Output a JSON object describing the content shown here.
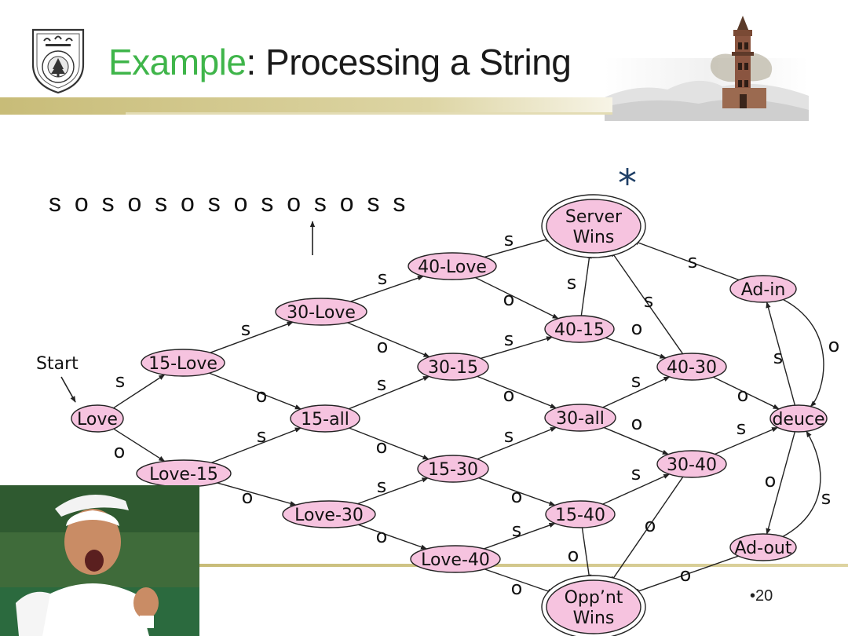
{
  "title": {
    "accent": "Example",
    "rest": ": Processing a String"
  },
  "input_string": "s o s o s o s o s o s o s s",
  "star": "*",
  "start_label": "Start",
  "page_number": "•20",
  "colors": {
    "title_accent": "#3fb54a",
    "node_fill": "#f6c3df",
    "node_stroke": "#222222",
    "rule_gold": "#c8bc78",
    "star": "#1f3f66"
  },
  "states": [
    {
      "id": "love",
      "label": "Love"
    },
    {
      "id": "15-love",
      "label": "15-Love"
    },
    {
      "id": "love-15",
      "label": "Love-15"
    },
    {
      "id": "30-love",
      "label": "30-Love"
    },
    {
      "id": "15-all",
      "label": "15-all"
    },
    {
      "id": "love-30",
      "label": "Love-30"
    },
    {
      "id": "40-love",
      "label": "40-Love"
    },
    {
      "id": "30-15",
      "label": "30-15"
    },
    {
      "id": "15-30",
      "label": "15-30"
    },
    {
      "id": "love-40",
      "label": "Love-40"
    },
    {
      "id": "40-15",
      "label": "40-15"
    },
    {
      "id": "30-all",
      "label": "30-all"
    },
    {
      "id": "15-40",
      "label": "15-40"
    },
    {
      "id": "40-30",
      "label": "40-30"
    },
    {
      "id": "30-40",
      "label": "30-40"
    },
    {
      "id": "deuce",
      "label": "deuce"
    },
    {
      "id": "ad-in",
      "label": "Ad-in"
    },
    {
      "id": "ad-out",
      "label": "Ad-out"
    },
    {
      "id": "server-wins",
      "label": "Server Wins",
      "accepting": true
    },
    {
      "id": "oppnt-wins",
      "label": "Opp’nt Wins",
      "accepting": true
    }
  ],
  "transitions": [
    {
      "from": "love",
      "to": "15-love",
      "symbol": "s"
    },
    {
      "from": "love",
      "to": "love-15",
      "symbol": "o"
    },
    {
      "from": "15-love",
      "to": "30-love",
      "symbol": "s"
    },
    {
      "from": "15-love",
      "to": "15-all",
      "symbol": "o"
    },
    {
      "from": "love-15",
      "to": "15-all",
      "symbol": "s"
    },
    {
      "from": "love-15",
      "to": "love-30",
      "symbol": "o"
    },
    {
      "from": "30-love",
      "to": "40-love",
      "symbol": "s"
    },
    {
      "from": "30-love",
      "to": "30-15",
      "symbol": "o"
    },
    {
      "from": "15-all",
      "to": "30-15",
      "symbol": "s"
    },
    {
      "from": "15-all",
      "to": "15-30",
      "symbol": "o"
    },
    {
      "from": "love-30",
      "to": "15-30",
      "symbol": "s"
    },
    {
      "from": "love-30",
      "to": "love-40",
      "symbol": "o"
    },
    {
      "from": "40-love",
      "to": "server-wins",
      "symbol": "s"
    },
    {
      "from": "40-love",
      "to": "40-15",
      "symbol": "o"
    },
    {
      "from": "30-15",
      "to": "40-15",
      "symbol": "s"
    },
    {
      "from": "30-15",
      "to": "30-all",
      "symbol": "o"
    },
    {
      "from": "15-30",
      "to": "30-all",
      "symbol": "s"
    },
    {
      "from": "15-30",
      "to": "15-40",
      "symbol": "o"
    },
    {
      "from": "love-40",
      "to": "15-40",
      "symbol": "s"
    },
    {
      "from": "love-40",
      "to": "oppnt-wins",
      "symbol": "o"
    },
    {
      "from": "40-15",
      "to": "server-wins",
      "symbol": "s"
    },
    {
      "from": "40-15",
      "to": "40-30",
      "symbol": "o"
    },
    {
      "from": "30-all",
      "to": "40-30",
      "symbol": "s"
    },
    {
      "from": "30-all",
      "to": "30-40",
      "symbol": "o"
    },
    {
      "from": "15-40",
      "to": "30-40",
      "symbol": "s"
    },
    {
      "from": "15-40",
      "to": "oppnt-wins",
      "symbol": "o"
    },
    {
      "from": "40-30",
      "to": "server-wins",
      "symbol": "s"
    },
    {
      "from": "40-30",
      "to": "deuce",
      "symbol": "o"
    },
    {
      "from": "30-40",
      "to": "deuce",
      "symbol": "s"
    },
    {
      "from": "30-40",
      "to": "oppnt-wins",
      "symbol": "o"
    },
    {
      "from": "deuce",
      "to": "ad-in",
      "symbol": "s"
    },
    {
      "from": "deuce",
      "to": "ad-out",
      "symbol": "o"
    },
    {
      "from": "ad-in",
      "to": "server-wins",
      "symbol": "s"
    },
    {
      "from": "ad-in",
      "to": "deuce",
      "symbol": "o"
    },
    {
      "from": "ad-out",
      "to": "deuce",
      "symbol": "s"
    },
    {
      "from": "ad-out",
      "to": "oppnt-wins",
      "symbol": "o"
    }
  ]
}
